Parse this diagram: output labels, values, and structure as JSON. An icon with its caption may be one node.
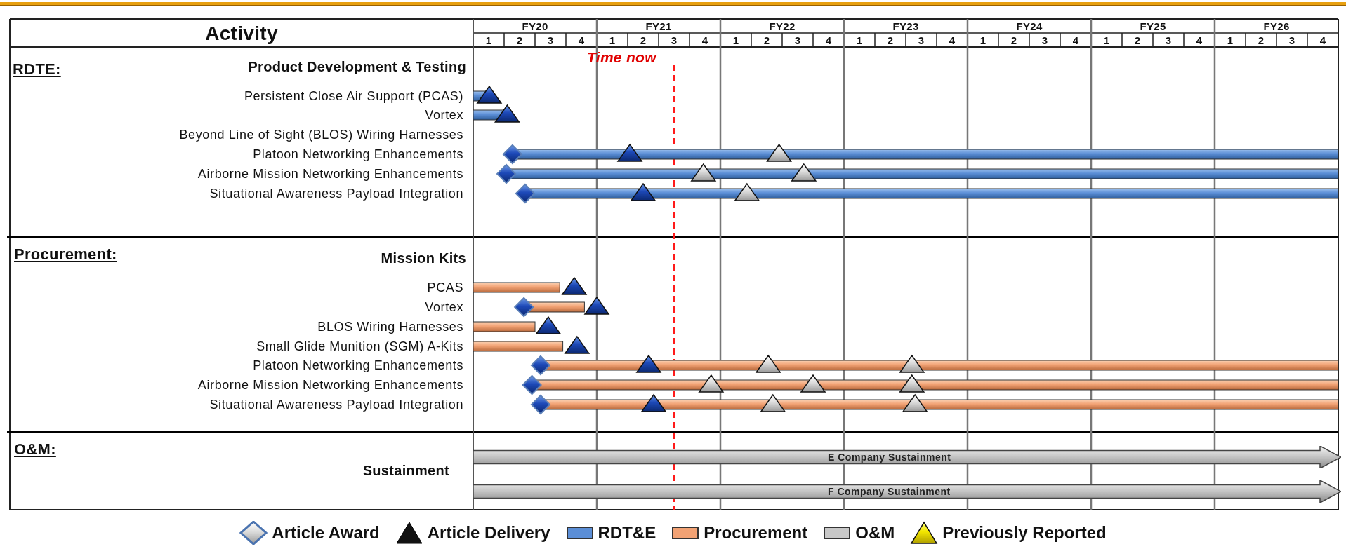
{
  "diagram": {
    "nodes": [
      {
        "text": [
          "E Company Sustainment"
        ]
      },
      {
        "text": [
          "F Company Sustainment"
        ]
      }
    ],
    "labels": [
      "Activity",
      "FY20",
      "FY21",
      "FY22",
      "FY23",
      "FY24",
      "FY25",
      "FY26",
      "1",
      "2",
      "3",
      "4",
      "1",
      "2",
      "3",
      "4",
      "1",
      "2",
      "3",
      "4",
      "1",
      "2",
      "3",
      "4",
      "1",
      "2",
      "3",
      "4",
      "1",
      "2",
      "3",
      "4",
      "1",
      "2",
      "3",
      "4",
      "Time now",
      "RDTE:",
      "Product Development & Testing",
      "Persistent Close Air Support (PCAS)",
      "Vortex",
      "Beyond Line of Sight (BLOS) Wiring Harnesses",
      "Platoon Networking Enhancements",
      "Airborne Mission Networking Enhancements",
      "Situational Awareness Payload Integration",
      "Procurement:",
      "Mission Kits",
      "PCAS",
      "Vortex",
      "BLOS Wiring Harnesses",
      "Small Glide Munition (SGM) A-Kits",
      "Platoon Networking Enhancements",
      "Airborne Mission Networking Enhancements",
      "Situational Awareness Payload Integration",
      "O&M:",
      "Sustainment"
    ],
    "legend": [
      {
        "text": "Article Award"
      },
      {
        "text": "Article Delivery"
      },
      {
        "text": "RDT&E",
        "color": "#5b8ed6"
      },
      {
        "text": "Procurement",
        "color": "#f2a274"
      },
      {
        "text": "O&M",
        "color": "#c8c8c8"
      },
      {
        "text": "Previously Reported"
      }
    ]
  }
}
